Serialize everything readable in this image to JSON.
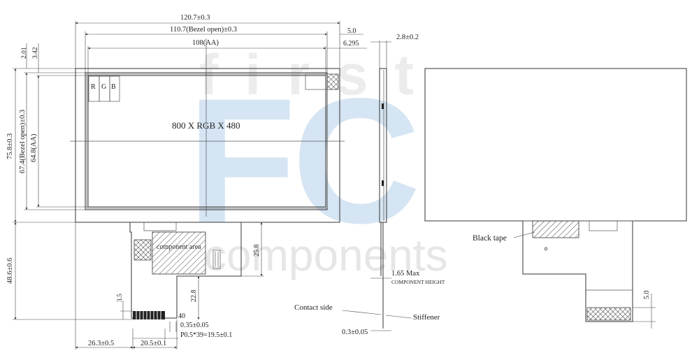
{
  "watermark": {
    "top_word": "first",
    "big_letters": "FC",
    "bottom_word": "components",
    "letter_color": "#cfe0f0",
    "text_color": "#e9e9e9"
  },
  "front_view": {
    "dims_top": [
      "120.7±0.3",
      "110.7(Bezel open)±0.3",
      "108(AA)"
    ],
    "dims_right": [
      "5.0",
      "6.295"
    ],
    "dims_small": [
      "2.01",
      "3.42"
    ],
    "dims_left": [
      "75.8±0.3",
      "67.4(Bezel open)±0.3",
      "64.8(AA)"
    ],
    "pixel_labels": [
      "R",
      "G",
      "B"
    ],
    "resolution": "800 X RGB X 480",
    "component_area": "component area",
    "dims_fpc": [
      "25.8",
      "22.8",
      "3.5",
      "48.6±0.6"
    ],
    "pin_count": "40",
    "dims_bottom": [
      "0.35±0.05",
      "P0.5*39=19.5±0.1",
      "26.3±0.5",
      "20.5±0.1"
    ]
  },
  "side_view": {
    "thickness": "2.8±0.2",
    "component_height": "1.65 Max",
    "component_height_label": "COMPONENT HEIGHT",
    "contact_side": "Contact side",
    "stiffener": "Stiffener",
    "fpc_thickness": "0.3±0.05"
  },
  "back_view": {
    "black_tape": "Black tape",
    "dim_right": "5.0"
  }
}
